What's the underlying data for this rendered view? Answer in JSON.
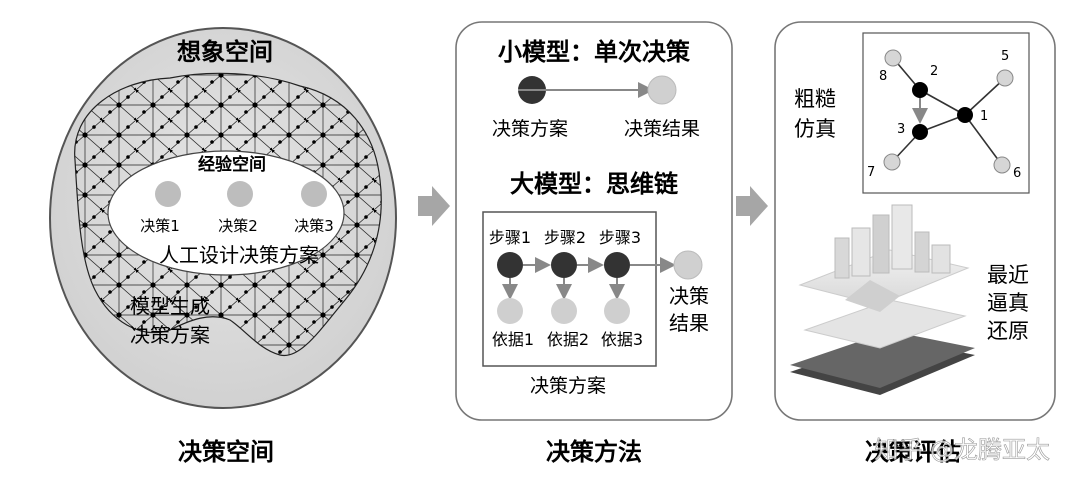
{
  "left": {
    "title": "想象空间",
    "experience_title": "经验空间",
    "decisions": [
      "决策1",
      "决策2",
      "决策3"
    ],
    "manual_label": "人工设计决策方案",
    "model_label_line1": "模型生成",
    "model_label_line2": "决策方案",
    "caption": "决策空间"
  },
  "middle": {
    "small_title": "小模型：单次决策",
    "small_from": "决策方案",
    "small_to": "决策结果",
    "large_title": "大模型：思维链",
    "steps": [
      "步骤1",
      "步骤2",
      "步骤3"
    ],
    "bases": [
      "依据1",
      "依据2",
      "依据3"
    ],
    "result_line1": "决策",
    "result_line2": "结果",
    "scheme_label": "决策方案",
    "caption": "决策方法"
  },
  "right": {
    "rough_line1": "粗糙",
    "rough_line2": "仿真",
    "graph_nodes": [
      "1",
      "2",
      "3",
      "5",
      "6",
      "7",
      "8"
    ],
    "real_line1": "最近",
    "real_line2": "逼真",
    "real_line3": "还原",
    "caption": "决策评估"
  },
  "watermark": "知乎 @龙腾亚太"
}
